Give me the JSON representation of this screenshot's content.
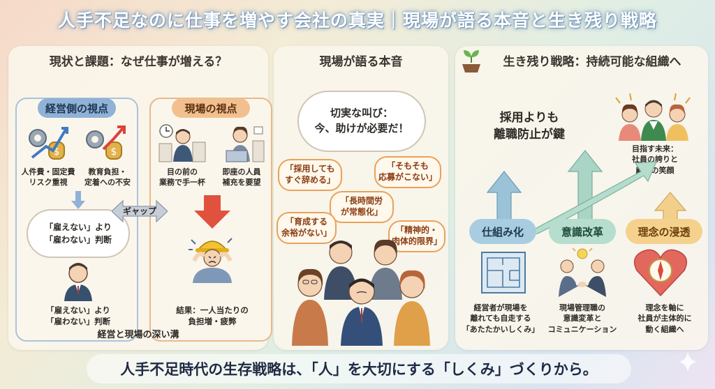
{
  "title": "人手不足なのに仕事を増やす会社の真実｜現場が語る本音と生き残り戦略",
  "panel1": {
    "heading": "現状と課題：なぜ仕事が増える？",
    "management": {
      "title": "経営側の視点",
      "item1": "人件費・固定費\nリスク重視",
      "item2": "教育負担・\n定着への不安",
      "bubble": "「雇えない」より\n「雇わない」判断",
      "caption": "「雇えない」より\n「雇わない」判断"
    },
    "field": {
      "title": "現場の視点",
      "item1": "目の前の\n業務で手一杯",
      "item2": "即座の人員\n補充を要望",
      "caption": "結果：一人当たりの\n負担増・疲弊"
    },
    "gap": "ギャップ",
    "footer": "経営と現場の深い溝"
  },
  "panel2": {
    "heading": "現場が語る本音",
    "cry": "切実な叫び：\n今、助けが必要だ！",
    "voices": [
      "「採用しても\nすぐ辞める」",
      "「そもそも\n応募がこない」",
      "「長時間労\nが常態化」",
      "「育成する\n余裕がない」",
      "「精神的・\n肉体的限界」"
    ]
  },
  "panel3": {
    "heading": "生き残り戦略：持続可能な組織へ",
    "key": "採用よりも\n離職防止が鍵",
    "future": "目指す未来：\n社員の誇りと\n顧客の笑顔",
    "pillars": [
      {
        "label": "仕組み化",
        "desc": "経営者が現場を\n離れても自走する\n「あたたかいしくみ」"
      },
      {
        "label": "意識改革",
        "desc": "現場管理職の\n意識変革と\nコミュニケーション"
      },
      {
        "label": "理念の浸透",
        "desc": "理念を軸に\n社員が主体的に\n動く組織へ"
      }
    ]
  },
  "banner": "人手不足時代の生存戦略は、「人」を大切にする「しくみ」づくりから。"
}
